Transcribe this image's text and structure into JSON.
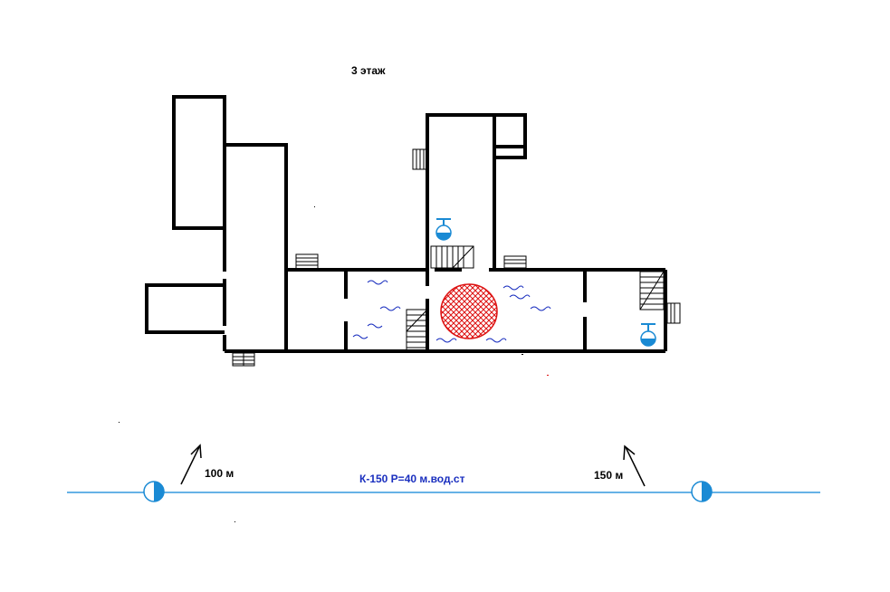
{
  "floor_label": "3 этаж",
  "main_label": "К-150 Р=40 м.вод.ст",
  "distance_left": "100 м",
  "distance_right": "150 м",
  "colors": {
    "walls": "#000000",
    "water_main": "#3399dd",
    "hydrant": "#1a8ad4",
    "main_label": "#1a2fbf",
    "fire": "#dd1111",
    "wave": "#1a2fbf"
  },
  "icons": [
    "fire-hydrant-icon",
    "fire-extinguisher-icon",
    "staircase-icon",
    "fire-zone-icon",
    "smoke-wave-icon",
    "direction-arrow-icon"
  ]
}
